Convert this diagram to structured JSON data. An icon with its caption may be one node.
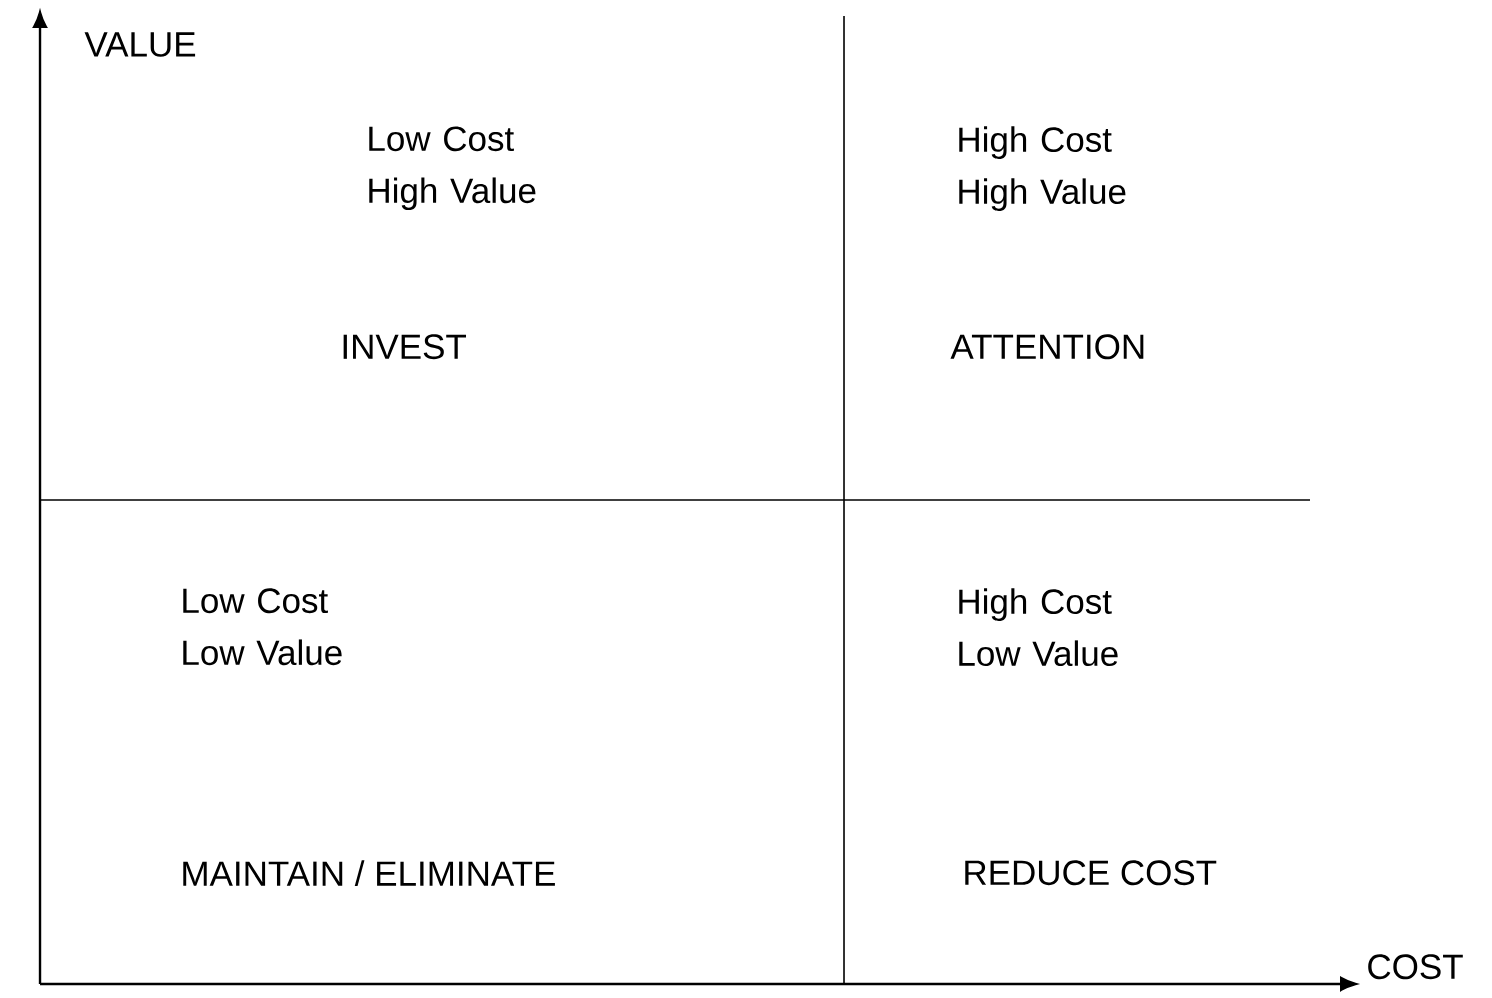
{
  "diagram": {
    "labels": [
      "VALUE",
      "Low Cost High Value",
      "High Cost High Value",
      "INVEST",
      "ATTENTION",
      "Low Cost Low Value",
      "High Cost Low Value",
      "MAINTAIN / ELIMINATE",
      "REDUCE COST",
      "COST"
    ]
  }
}
